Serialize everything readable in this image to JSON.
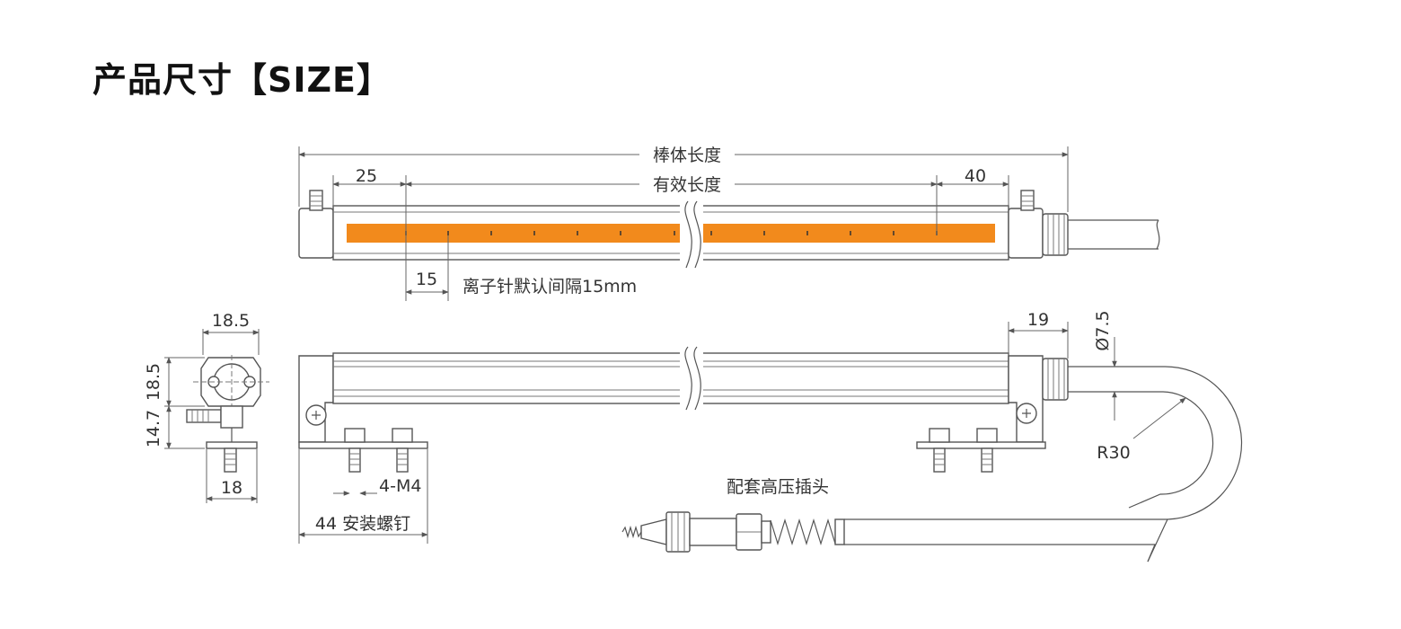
{
  "title": "产品尺寸【SIZE】",
  "top_view": {
    "body_length": "棒体长度",
    "effective_length": "有效长度",
    "left_offset": "25",
    "right_offset": "40",
    "pin_pitch": "15",
    "pin_note": "离子针默认间隔15mm"
  },
  "side_view": {
    "width_top": "18.5",
    "height_upper": "18.5",
    "height_lower": "14.7",
    "base_width": "18",
    "connector_length": "19",
    "cable_diameter": "Ø7.5",
    "bend_radius": "R30",
    "screw_spec": "4-M4",
    "screw_note": "44 安装螺钉",
    "plug_note": "配套高压插头"
  },
  "colors": {
    "emitter": "#F28A1C",
    "line": "#555555"
  }
}
